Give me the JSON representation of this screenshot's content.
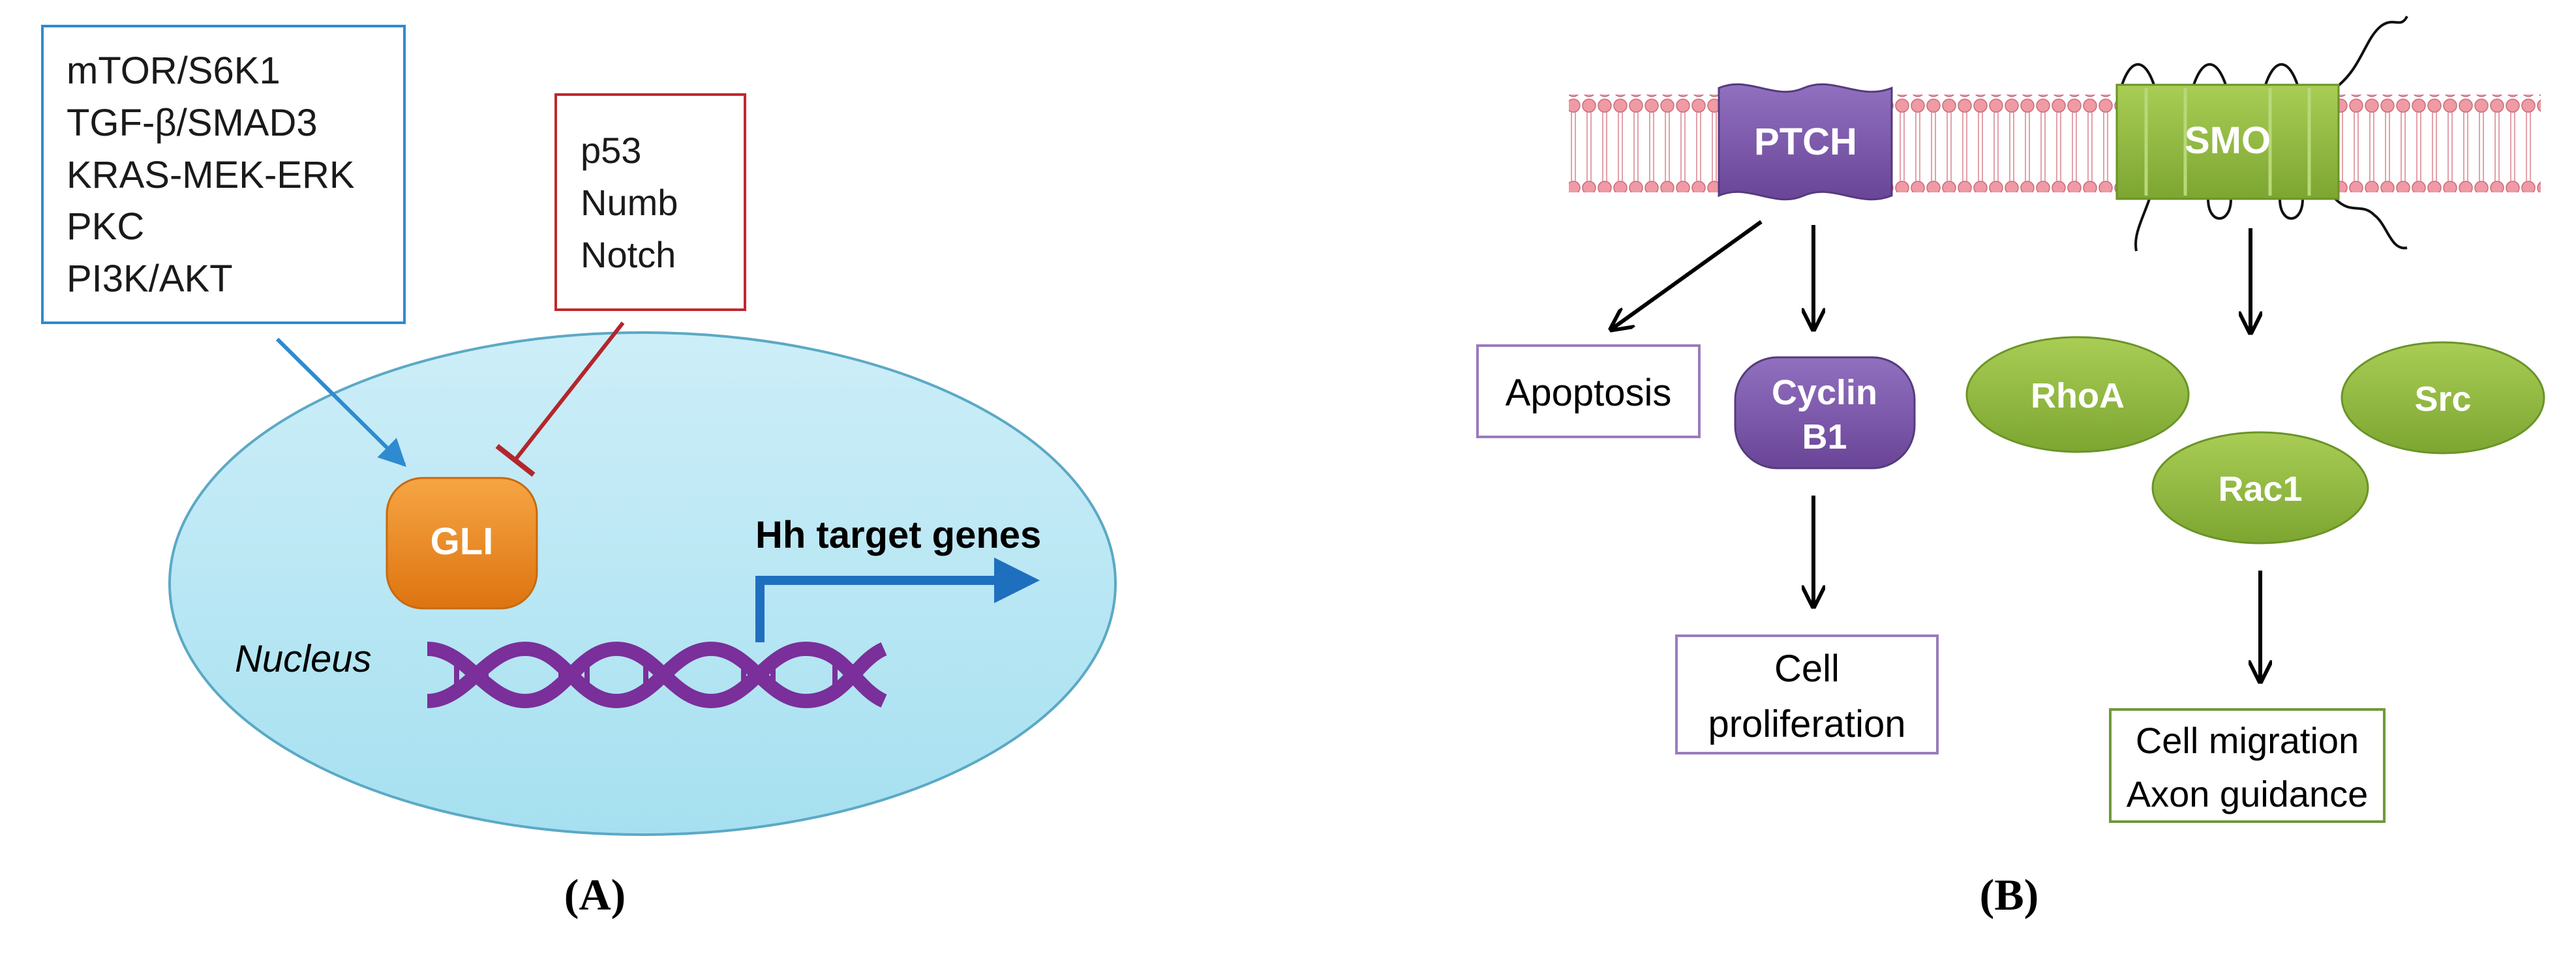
{
  "panel_a": {
    "activators": [
      "mTOR/S6K1",
      "TGF-β/SMAD3",
      "KRAS-MEK-ERK",
      "PKC",
      "PI3K/AKT"
    ],
    "inhibitors": [
      "p53",
      "Numb",
      "Notch"
    ],
    "gli": "GLI",
    "target_genes": "Hh target genes",
    "nucleus": "Nucleus",
    "caption": "(A)"
  },
  "panel_b": {
    "ptch": "PTCH",
    "smo": "SMO",
    "apoptosis": "Apoptosis",
    "cyclin_line1": "Cyclin",
    "cyclin_line2": "B1",
    "rhoa": "RhoA",
    "src": "Src",
    "rac1": "Rac1",
    "proliferation_line1": "Cell",
    "proliferation_line2": "proliferation",
    "migration_line1": "Cell migration",
    "migration_line2": "Axon guidance",
    "caption": "(B)"
  },
  "colors": {
    "activator_border": "#2e8bd0",
    "inhibitor_border": "#c0282d",
    "nucleus_fill": "#bfeaf5",
    "gli_orange": "#f08c1e",
    "dna_purple": "#7a2f9a",
    "target_arrow": "#1f6fbf",
    "membrane_pink": "#e8909a",
    "ptch_purple": "#7b55a8",
    "smo_green": "#8db83c",
    "box_purple": "#9a7bbd",
    "box_green": "#6e9a3a"
  }
}
